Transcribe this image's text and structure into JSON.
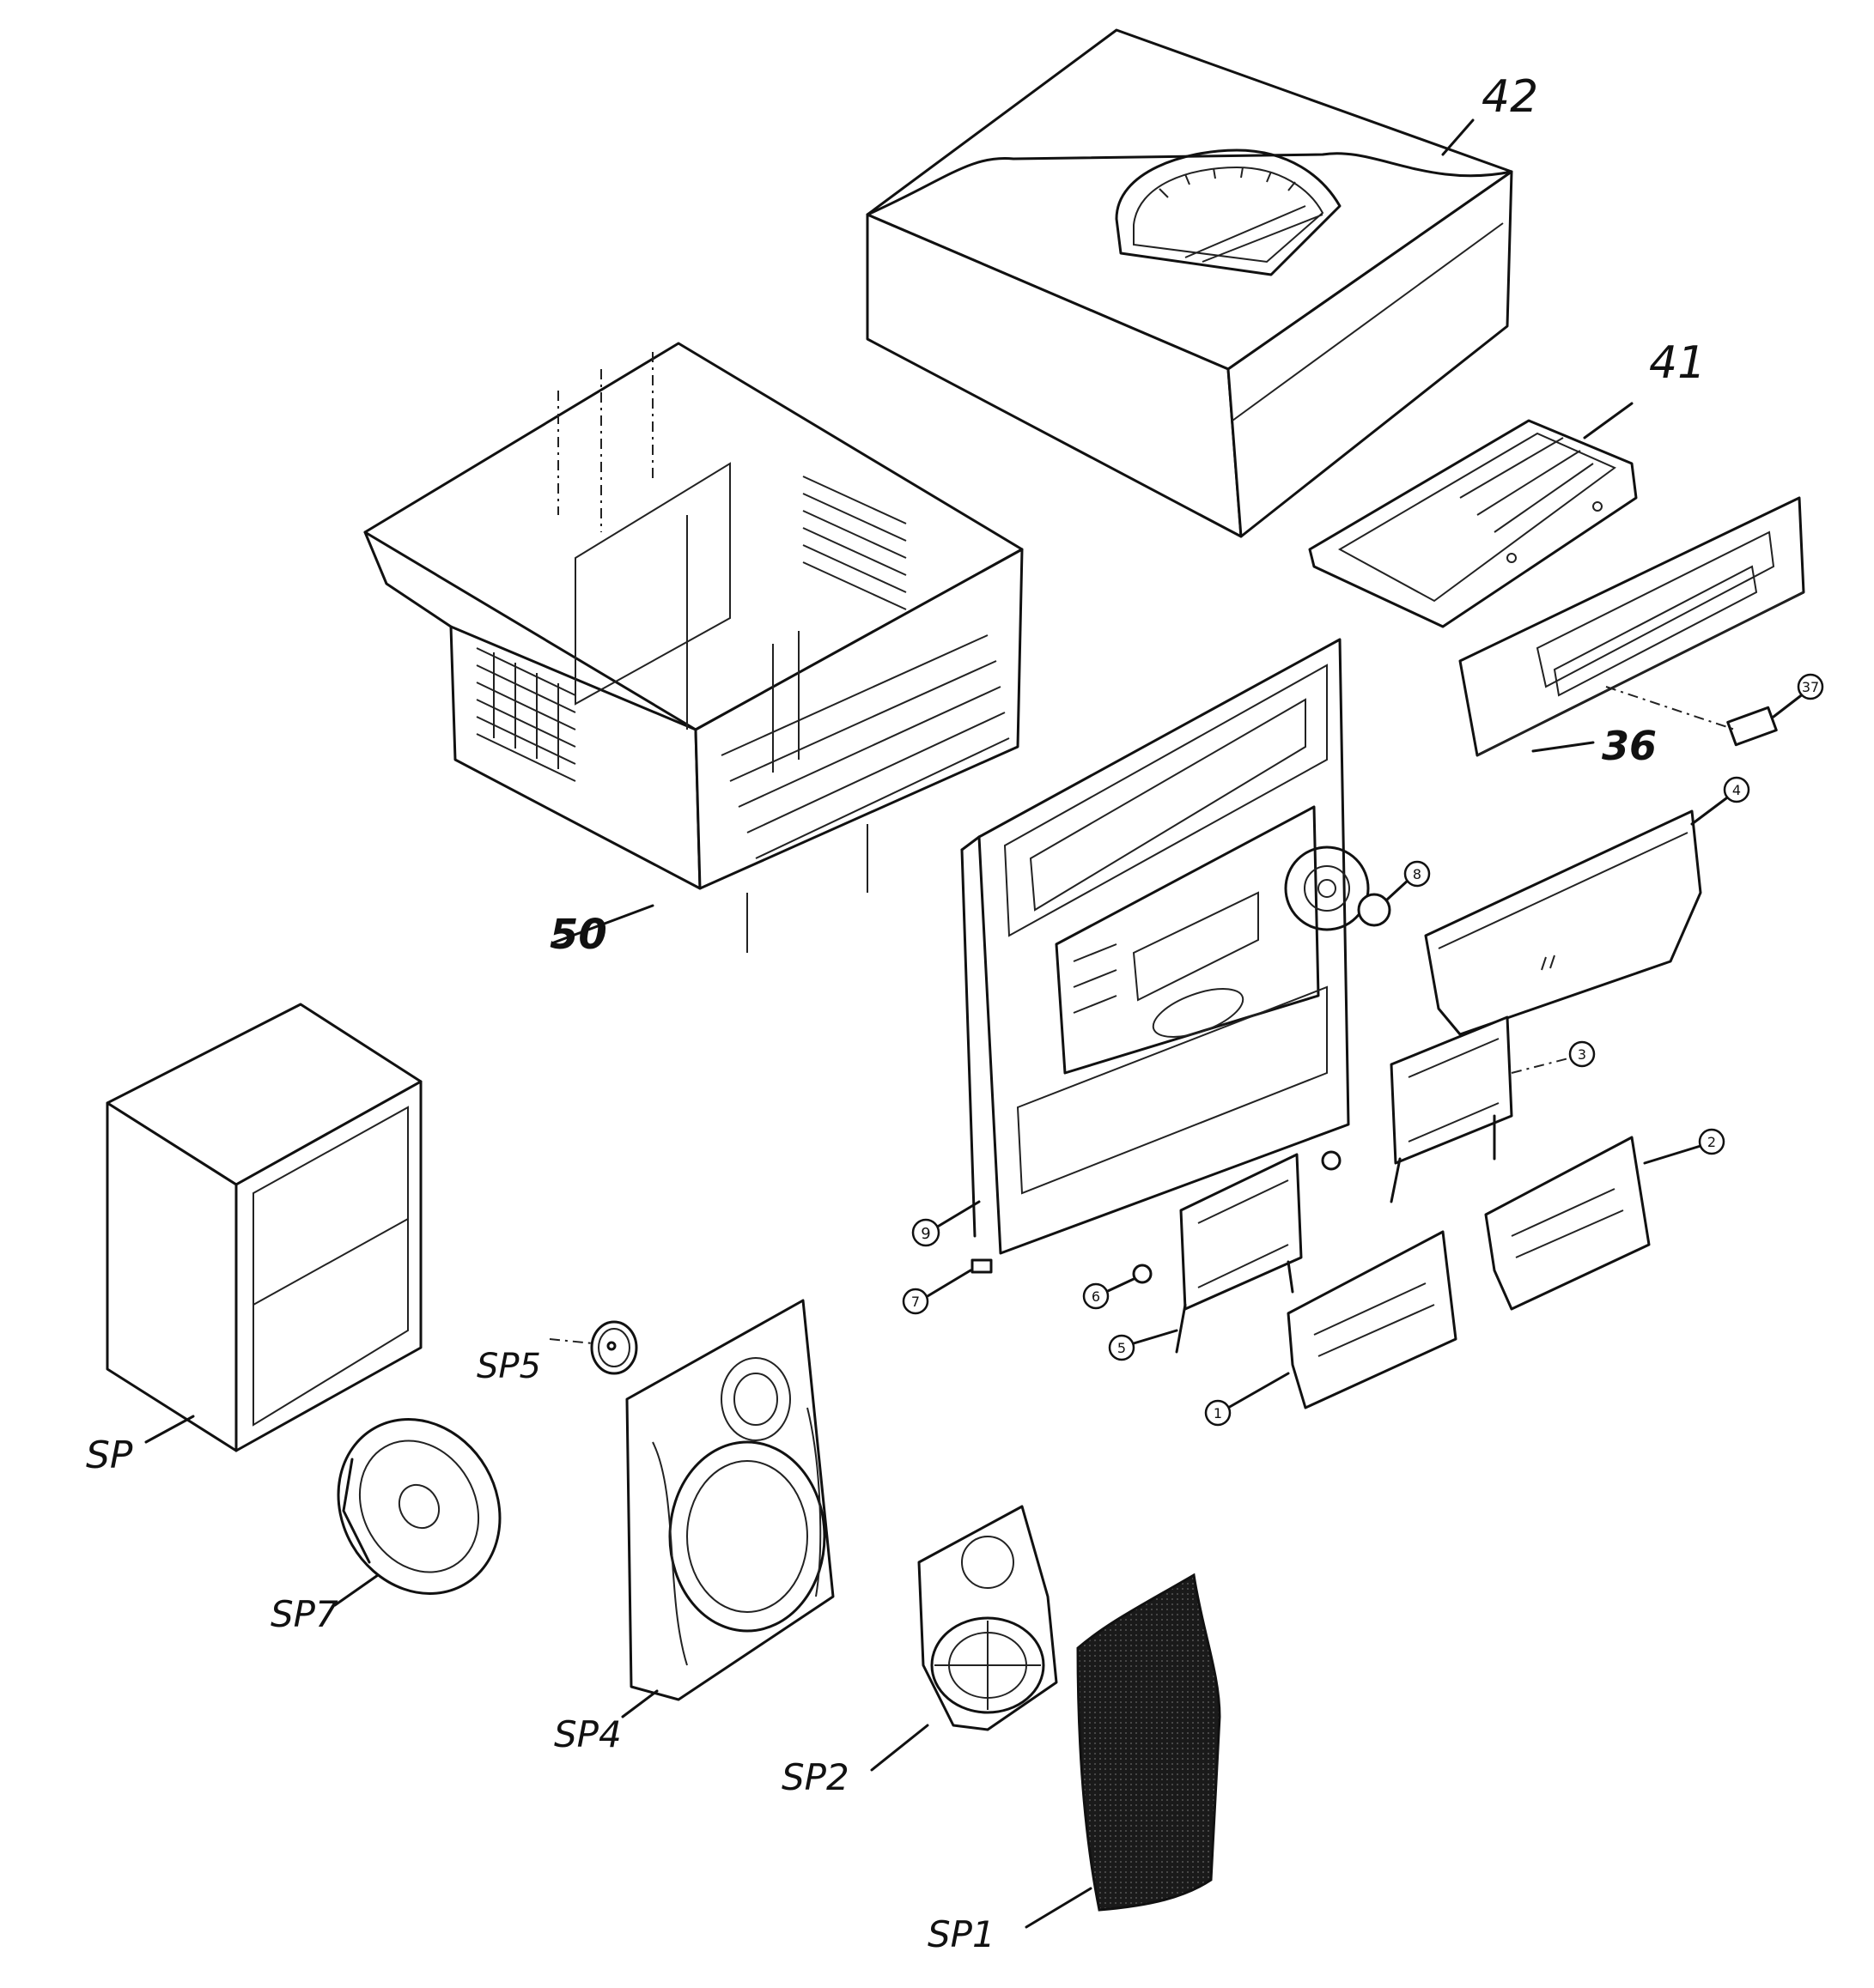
{
  "labels": {
    "top_cover": "42",
    "cd_door_cover": "41",
    "cassette_door": "36",
    "badge": "37",
    "chassis": "50",
    "panel_door": "4",
    "knob": "8",
    "cassette_mech_right": "3",
    "cassette_door_right": "2",
    "front_panel": "9",
    "foot": "7",
    "spring": "6",
    "cassette_mech_left": "5",
    "cassette_door_left": "1",
    "speaker_box": "SP",
    "speaker_ring": "SP5",
    "woofer": "SP7",
    "speaker_front": "SP4",
    "speaker_grille": "SP2",
    "speaker_cloth": "SP1"
  }
}
